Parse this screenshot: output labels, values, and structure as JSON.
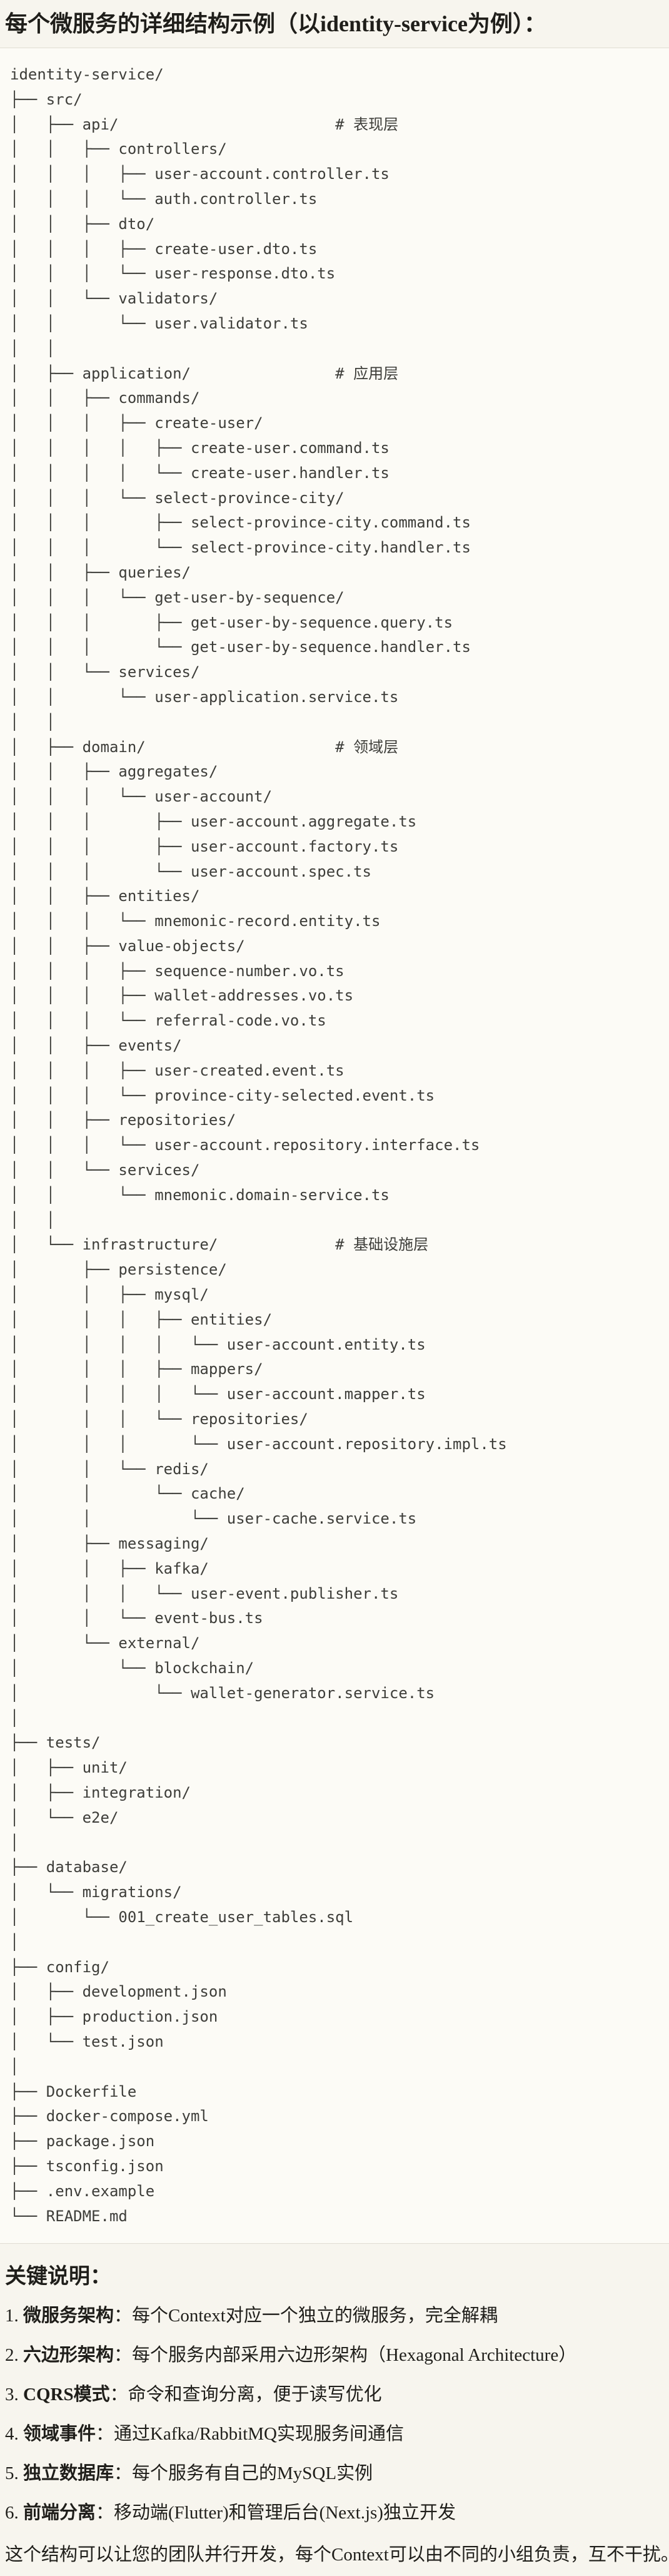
{
  "page": {
    "title": "每个微服务的详细结构示例（以identity-service为例）："
  },
  "code_block": {
    "comment_column": 36,
    "tree_lines": [
      {
        "t": "identity-service/"
      },
      {
        "t": "├── src/"
      },
      {
        "t": "│   ├── api/",
        "c": "# 表现层"
      },
      {
        "t": "│   │   ├── controllers/"
      },
      {
        "t": "│   │   │   ├── user-account.controller.ts"
      },
      {
        "t": "│   │   │   └── auth.controller.ts"
      },
      {
        "t": "│   │   ├── dto/"
      },
      {
        "t": "│   │   │   ├── create-user.dto.ts"
      },
      {
        "t": "│   │   │   └── user-response.dto.ts"
      },
      {
        "t": "│   │   └── validators/"
      },
      {
        "t": "│   │       └── user.validator.ts"
      },
      {
        "t": "│   │"
      },
      {
        "t": "│   ├── application/",
        "c": "# 应用层"
      },
      {
        "t": "│   │   ├── commands/"
      },
      {
        "t": "│   │   │   ├── create-user/"
      },
      {
        "t": "│   │   │   │   ├── create-user.command.ts"
      },
      {
        "t": "│   │   │   │   └── create-user.handler.ts"
      },
      {
        "t": "│   │   │   └── select-province-city/"
      },
      {
        "t": "│   │   │       ├── select-province-city.command.ts"
      },
      {
        "t": "│   │   │       └── select-province-city.handler.ts"
      },
      {
        "t": "│   │   ├── queries/"
      },
      {
        "t": "│   │   │   └── get-user-by-sequence/"
      },
      {
        "t": "│   │   │       ├── get-user-by-sequence.query.ts"
      },
      {
        "t": "│   │   │       └── get-user-by-sequence.handler.ts"
      },
      {
        "t": "│   │   └── services/"
      },
      {
        "t": "│   │       └── user-application.service.ts"
      },
      {
        "t": "│   │"
      },
      {
        "t": "│   ├── domain/",
        "c": "# 领域层"
      },
      {
        "t": "│   │   ├── aggregates/"
      },
      {
        "t": "│   │   │   └── user-account/"
      },
      {
        "t": "│   │   │       ├── user-account.aggregate.ts"
      },
      {
        "t": "│   │   │       ├── user-account.factory.ts"
      },
      {
        "t": "│   │   │       └── user-account.spec.ts"
      },
      {
        "t": "│   │   ├── entities/"
      },
      {
        "t": "│   │   │   └── mnemonic-record.entity.ts"
      },
      {
        "t": "│   │   ├── value-objects/"
      },
      {
        "t": "│   │   │   ├── sequence-number.vo.ts"
      },
      {
        "t": "│   │   │   ├── wallet-addresses.vo.ts"
      },
      {
        "t": "│   │   │   └── referral-code.vo.ts"
      },
      {
        "t": "│   │   ├── events/"
      },
      {
        "t": "│   │   │   ├── user-created.event.ts"
      },
      {
        "t": "│   │   │   └── province-city-selected.event.ts"
      },
      {
        "t": "│   │   ├── repositories/"
      },
      {
        "t": "│   │   │   └── user-account.repository.interface.ts"
      },
      {
        "t": "│   │   └── services/"
      },
      {
        "t": "│   │       └── mnemonic.domain-service.ts"
      },
      {
        "t": "│   │"
      },
      {
        "t": "│   └── infrastructure/",
        "c": "# 基础设施层"
      },
      {
        "t": "│       ├── persistence/"
      },
      {
        "t": "│       │   ├── mysql/"
      },
      {
        "t": "│       │   │   ├── entities/"
      },
      {
        "t": "│       │   │   │   └── user-account.entity.ts"
      },
      {
        "t": "│       │   │   ├── mappers/"
      },
      {
        "t": "│       │   │   │   └── user-account.mapper.ts"
      },
      {
        "t": "│       │   │   └── repositories/"
      },
      {
        "t": "│       │   │       └── user-account.repository.impl.ts"
      },
      {
        "t": "│       │   └── redis/"
      },
      {
        "t": "│       │       └── cache/"
      },
      {
        "t": "│       │           └── user-cache.service.ts"
      },
      {
        "t": "│       ├── messaging/"
      },
      {
        "t": "│       │   ├── kafka/"
      },
      {
        "t": "│       │   │   └── user-event.publisher.ts"
      },
      {
        "t": "│       │   └── event-bus.ts"
      },
      {
        "t": "│       └── external/"
      },
      {
        "t": "│           └── blockchain/"
      },
      {
        "t": "│               └── wallet-generator.service.ts"
      },
      {
        "t": "│"
      },
      {
        "t": "├── tests/"
      },
      {
        "t": "│   ├── unit/"
      },
      {
        "t": "│   ├── integration/"
      },
      {
        "t": "│   └── e2e/"
      },
      {
        "t": "│"
      },
      {
        "t": "├── database/"
      },
      {
        "t": "│   └── migrations/"
      },
      {
        "t": "│       └── 001_create_user_tables.sql"
      },
      {
        "t": "│"
      },
      {
        "t": "├── config/"
      },
      {
        "t": "│   ├── development.json"
      },
      {
        "t": "│   ├── production.json"
      },
      {
        "t": "│   └── test.json"
      },
      {
        "t": "│"
      },
      {
        "t": "├── Dockerfile"
      },
      {
        "t": "├── docker-compose.yml"
      },
      {
        "t": "├── package.json"
      },
      {
        "t": "├── tsconfig.json"
      },
      {
        "t": "├── .env.example"
      },
      {
        "t": "└── README.md"
      }
    ]
  },
  "notes": {
    "heading": "关键说明：",
    "items": [
      {
        "num": "1.",
        "term": "微服务架构",
        "desc": "：每个Context对应一个独立的微服务，完全解耦"
      },
      {
        "num": "2.",
        "term": "六边形架构",
        "desc": "：每个服务内部采用六边形架构（Hexagonal Architecture）"
      },
      {
        "num": "3.",
        "term": "CQRS模式",
        "desc": "：命令和查询分离，便于读写优化"
      },
      {
        "num": "4.",
        "term": "领域事件",
        "desc": "：通过Kafka/RabbitMQ实现服务间通信"
      },
      {
        "num": "5.",
        "term": "独立数据库",
        "desc": "：每个服务有自己的MySQL实例"
      },
      {
        "num": "6.",
        "term": "前端分离",
        "desc": "：移动端(Flutter)和管理后台(Next.js)独立开发"
      }
    ]
  },
  "footer": {
    "text": "这个结构可以让您的团队并行开发，每个Context可以由不同的小组负责，互不干扰。"
  },
  "colors": {
    "page_bg": "#f7f5ee",
    "code_bg": "#fcfbf6",
    "code_border": "#e0ddd3",
    "code_text": "#3d3d39",
    "heading_text": "#1f1e1a"
  }
}
